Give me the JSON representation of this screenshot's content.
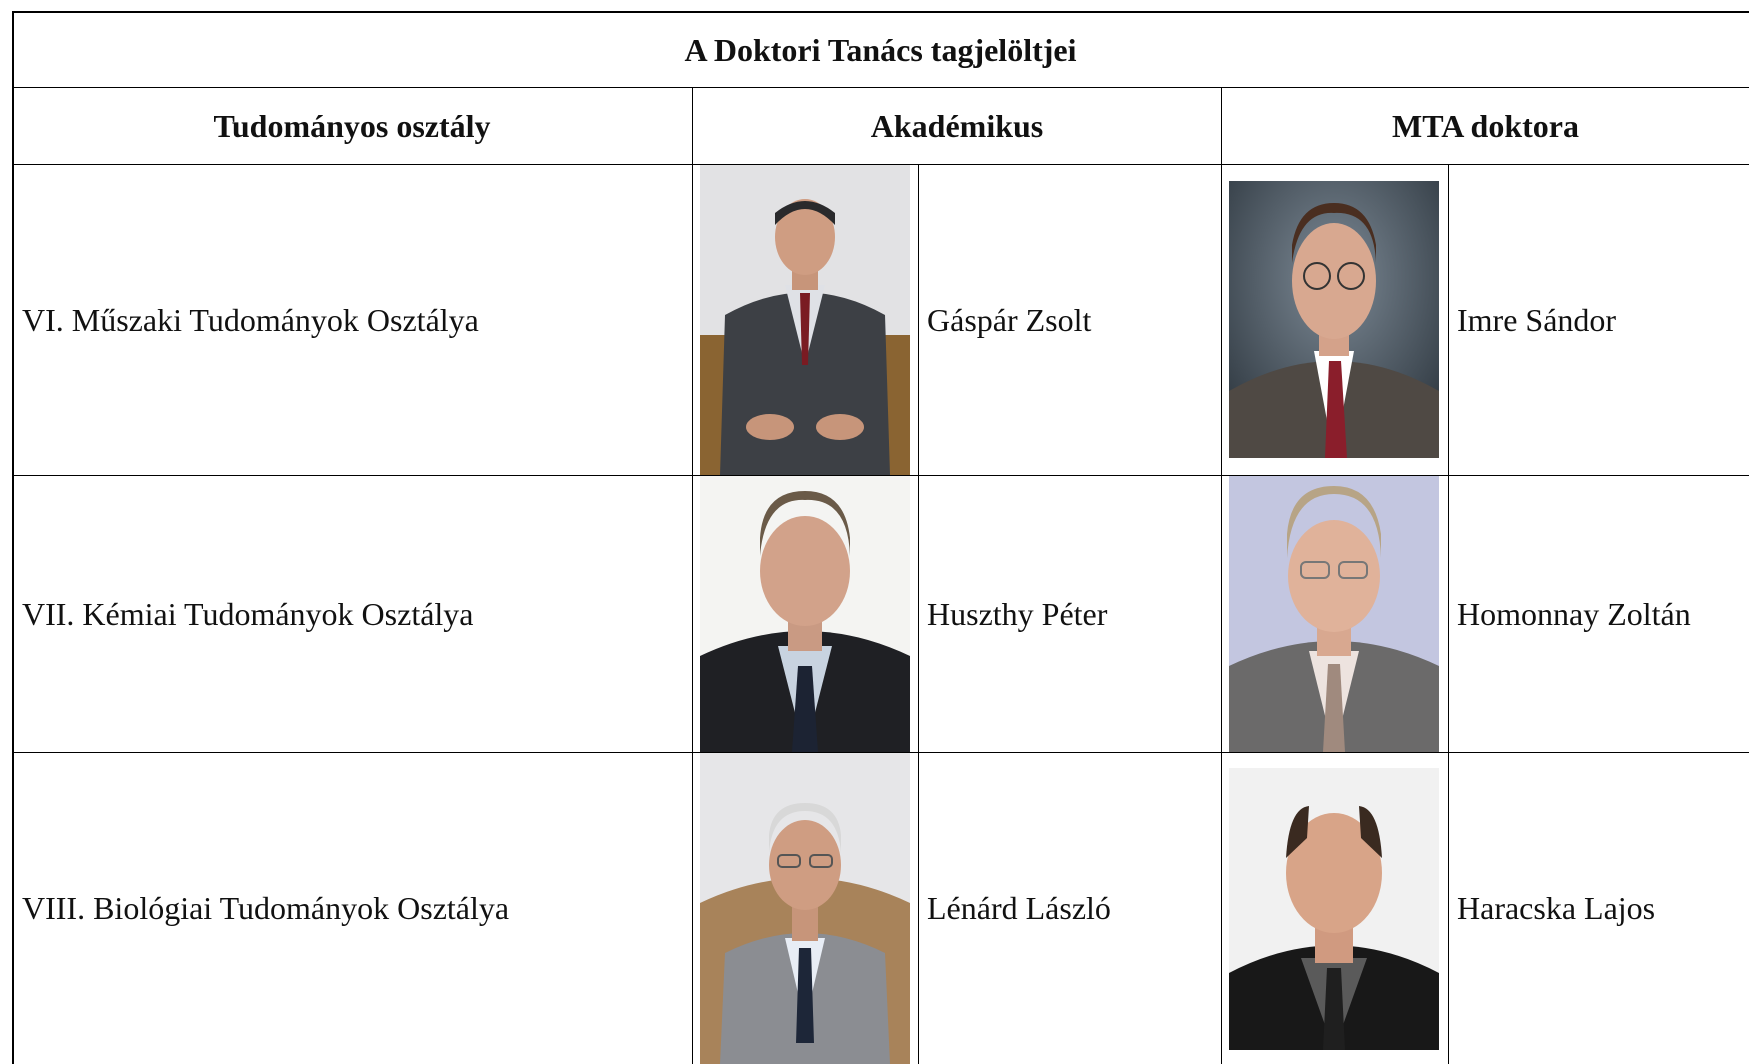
{
  "table": {
    "title": "A Doktori Tanács tagjelöltjei",
    "headers": {
      "department": "Tudományos osztály",
      "academician": "Akadémikus",
      "doctor": "MTA doktora"
    },
    "rows": [
      {
        "department": "VI. Műszaki Tudományok Osztálya",
        "academician": "Gáspár Zsolt",
        "doctor": "Imre Sándor"
      },
      {
        "department": "VII. Kémiai Tudományok Osztálya",
        "academician": "Huszthy Péter",
        "doctor": "Homonnay Zoltán"
      },
      {
        "department": "VIII. Biológiai Tudományok Osztálya",
        "academician": "Lénárd László",
        "doctor": "Haracska Lajos"
      }
    ]
  }
}
